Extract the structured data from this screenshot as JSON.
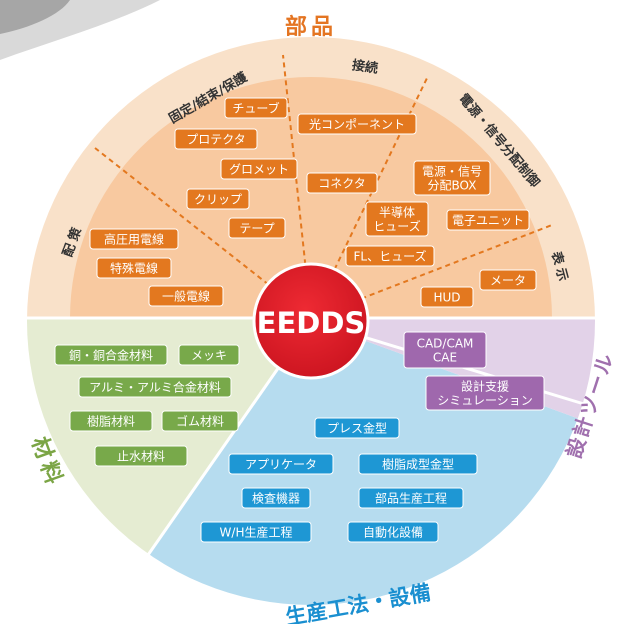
{
  "colors": {
    "parts_outer": "#f9e1c9",
    "parts_inner": "#f8c9a0",
    "parts_text": "#e47522",
    "chip_orange": "#e3781f",
    "materials_bg": "#e5ecd2",
    "materials_chip": "#78a94a",
    "materials_text": "#7ba545",
    "production_bg": "#b6dcef",
    "production_chip": "#1e97d4",
    "production_text": "#1a8fd0",
    "design_bg": "#e2d2e8",
    "design_chip": "#9f68ad",
    "design_text": "#a070ae",
    "center_red": "#d91e2a"
  },
  "center": {
    "label": "EEDDS"
  },
  "parts": {
    "title": "部品",
    "categories": {
      "wiring": "配策",
      "fixing": "固定/結束/保護",
      "connect": "接続",
      "power": "電源・信号分配制御",
      "display": "表示"
    },
    "items": {
      "hv_wire": "高圧用電線",
      "special_wire": "特殊電線",
      "general_wire": "一般電線",
      "tube": "チューブ",
      "protector": "プロテクタ",
      "grommet": "グロメット",
      "clip": "クリップ",
      "tape": "テープ",
      "optical": "光コンポーネント",
      "connector": "コネクタ",
      "semi_fuse": "半導体\nヒューズ",
      "fl_fuse": "FL、ヒューズ",
      "power_box": "電源・信号\n分配BOX",
      "eunit": "電子ユニット",
      "meter": "メータ",
      "hud": "HUD"
    }
  },
  "materials": {
    "title": "材料",
    "items": {
      "copper": "銅・銅合金材料",
      "plating": "メッキ",
      "aluminum": "アルミ・アルミ合金材料",
      "resin": "樹脂材料",
      "rubber": "ゴム材料",
      "waterproof": "止水材料"
    }
  },
  "production": {
    "title": "生産工法・設備",
    "items": {
      "press": "プレス金型",
      "applicator": "アプリケータ",
      "resin_mold": "樹脂成型金型",
      "inspection": "検査機器",
      "parts_process": "部品生産工程",
      "wh_process": "W/H生産工程",
      "automation": "自動化設備"
    }
  },
  "design": {
    "title": "設計ツール",
    "items": {
      "cadcam": "CAD/CAM\nCAE",
      "simulation": "設計支援\nシミュレーション"
    }
  }
}
